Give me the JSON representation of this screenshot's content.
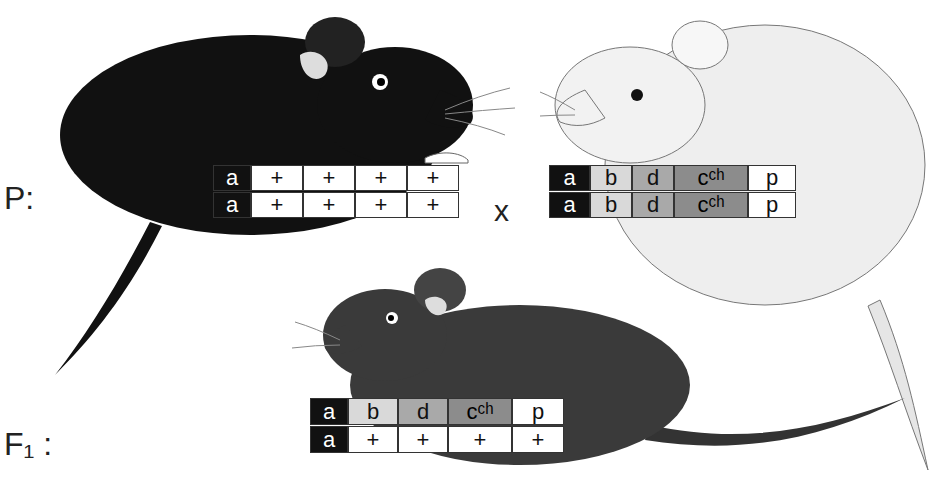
{
  "diagram": {
    "nodes": [
      {
        "text": [
          "a"
        ]
      },
      {
        "text": [
          "+"
        ]
      },
      {
        "text": [
          "+"
        ]
      },
      {
        "text": [
          "+"
        ]
      },
      {
        "text": [
          "+"
        ]
      },
      {
        "text": [
          "a"
        ]
      },
      {
        "text": [
          "+"
        ]
      },
      {
        "text": [
          "+"
        ]
      },
      {
        "text": [
          "+"
        ]
      },
      {
        "text": [
          "+"
        ]
      },
      {
        "text": [
          "a"
        ]
      },
      {
        "text": [
          "b"
        ]
      },
      {
        "text": [
          "d"
        ]
      },
      {
        "text": [
          "cᶜʰ"
        ]
      },
      {
        "text": [
          "p"
        ]
      },
      {
        "text": [
          "a"
        ]
      },
      {
        "text": [
          "b"
        ]
      },
      {
        "text": [
          "d"
        ]
      },
      {
        "text": [
          "cᶜʰ"
        ]
      },
      {
        "text": [
          "p"
        ]
      },
      {
        "text": [
          "a"
        ]
      },
      {
        "text": [
          "b"
        ]
      },
      {
        "text": [
          "d"
        ]
      },
      {
        "text": [
          "cᶜʰ"
        ]
      },
      {
        "text": [
          "p"
        ]
      },
      {
        "text": [
          "a"
        ]
      },
      {
        "text": [
          "+"
        ]
      },
      {
        "text": [
          "+"
        ]
      },
      {
        "text": [
          "+"
        ]
      },
      {
        "text": [
          "+"
        ]
      }
    ],
    "labels": [
      "P:",
      "x",
      "F₁ :"
    ]
  }
}
